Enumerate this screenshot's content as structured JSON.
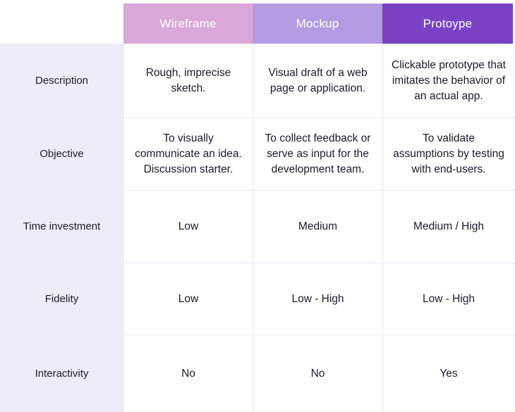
{
  "table": {
    "corner_label": "",
    "columns": [
      {
        "key": "wireframe",
        "label": "Wireframe",
        "header_color": "#d9a8d8"
      },
      {
        "key": "mockup",
        "label": "Mockup",
        "header_color": "#b49ae0"
      },
      {
        "key": "prototype",
        "label": "Protoype",
        "header_color": "#7a41c4"
      }
    ],
    "row_label_bg": "#efecf7",
    "divider_color": "#ebe8f4",
    "body_text_color": "#1a1a2e",
    "header_text_color": "#ffffff",
    "rows": [
      {
        "label": "Description",
        "cells": [
          "Rough, imprecise sketch.",
          "Visual draft of a web page or application.",
          "Clickable prototype that imitates the behavior of an actual app."
        ]
      },
      {
        "label": "Objective",
        "cells": [
          "To visually communicate an idea. Discussion starter.",
          "To collect feedback or serve as input for the development team.",
          "To validate assumptions by testing with end-users."
        ]
      },
      {
        "label": "Time investment",
        "cells": [
          "Low",
          "Medium",
          "Medium / High"
        ]
      },
      {
        "label": "Fidelity",
        "cells": [
          "Low",
          "Low - High",
          "Low - High"
        ]
      },
      {
        "label": "Interactivity",
        "cells": [
          "No",
          "No",
          "Yes"
        ]
      }
    ]
  }
}
